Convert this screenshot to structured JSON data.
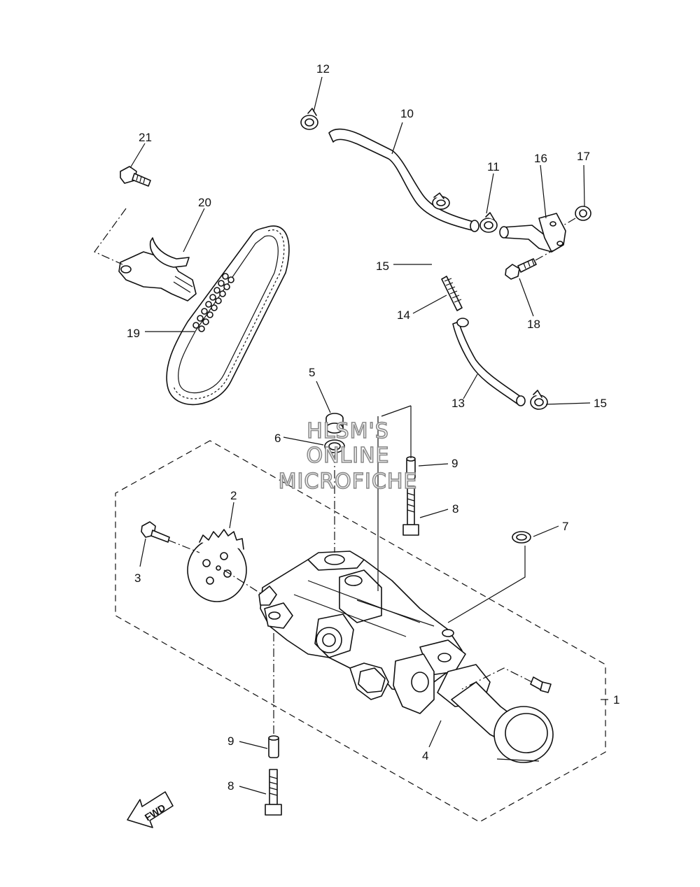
{
  "watermark": {
    "line1": "HLSM'S",
    "line2": "ONLINE",
    "line3": "MICROFICHE"
  },
  "direction_badge": "FWD",
  "callouts": [
    {
      "id": "c1",
      "label": "1"
    },
    {
      "id": "c2",
      "label": "2"
    },
    {
      "id": "c3",
      "label": "3"
    },
    {
      "id": "c4",
      "label": "4"
    },
    {
      "id": "c5",
      "label": "5"
    },
    {
      "id": "c6",
      "label": "6"
    },
    {
      "id": "c7",
      "label": "7"
    },
    {
      "id": "c8a",
      "label": "8"
    },
    {
      "id": "c8b",
      "label": "8"
    },
    {
      "id": "c9a",
      "label": "9"
    },
    {
      "id": "c9b",
      "label": "9"
    },
    {
      "id": "c10",
      "label": "10"
    },
    {
      "id": "c11",
      "label": "11"
    },
    {
      "id": "c12",
      "label": "12"
    },
    {
      "id": "c13",
      "label": "13"
    },
    {
      "id": "c14",
      "label": "14"
    },
    {
      "id": "c15a",
      "label": "15"
    },
    {
      "id": "c15b",
      "label": "15"
    },
    {
      "id": "c16",
      "label": "16"
    },
    {
      "id": "c17",
      "label": "17"
    },
    {
      "id": "c18",
      "label": "18"
    },
    {
      "id": "c19",
      "label": "19"
    },
    {
      "id": "c20",
      "label": "20"
    },
    {
      "id": "c21",
      "label": "21"
    }
  ]
}
